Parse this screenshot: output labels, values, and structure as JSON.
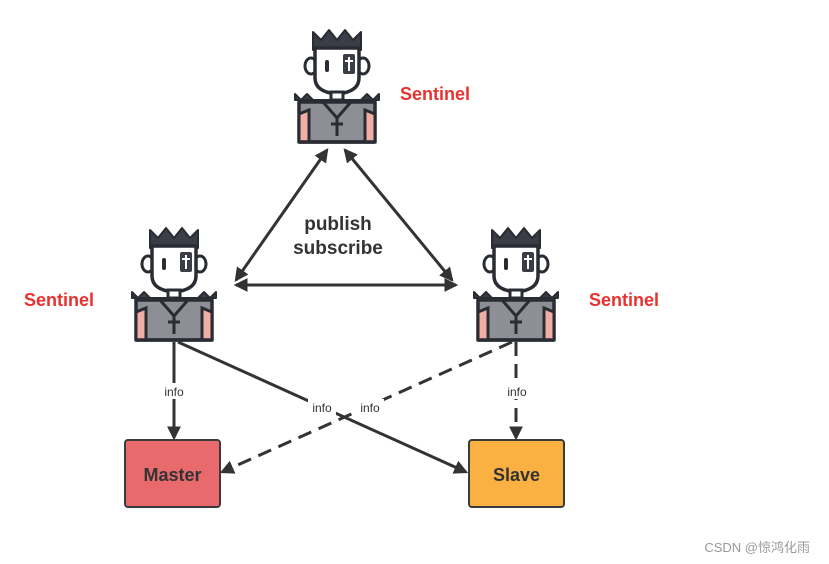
{
  "sentinels": {
    "top": {
      "label": "Sentinel"
    },
    "left": {
      "label": "Sentinel"
    },
    "right": {
      "label": "Sentinel"
    }
  },
  "channel": {
    "line1": "publish",
    "line2": "subscribe"
  },
  "nodes": {
    "master": {
      "label": "Master"
    },
    "slave": {
      "label": "Slave"
    }
  },
  "links": {
    "left_to_master": "info",
    "left_to_slave": "info",
    "right_to_master": "info",
    "right_to_slave": "info"
  },
  "watermark": "CSDN @惊鸿化雨",
  "colors": {
    "sentinel_label": "#e8322f",
    "master_fill": "#e96a6c",
    "slave_fill": "#fbb141",
    "node_stroke": "#3b3b3b",
    "arrow": "#333333",
    "figure_dark": "#3a3d46",
    "figure_body": "#8d8e96",
    "figure_skin": "#ffffff",
    "figure_hand": "#f1aea4"
  }
}
